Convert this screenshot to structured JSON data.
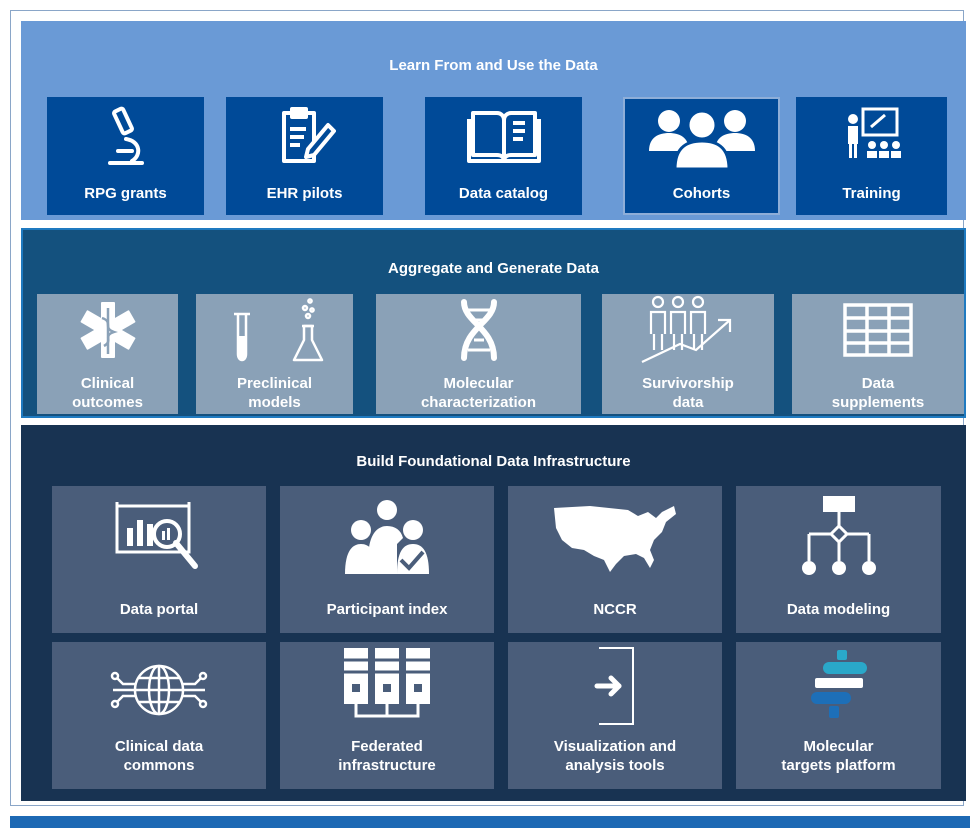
{
  "colors": {
    "learn_bg": "#6a9ad6",
    "learn_tile": "#004a98",
    "aggregate_bg": "#14517e",
    "aggregate_tile": "#8aa1b7",
    "build_bg": "#183352",
    "build_tile": "#4a5d7a",
    "accent_bar": "#1d69b4"
  },
  "tiers": {
    "learn": {
      "title": "Learn From and Use the Data",
      "tiles": [
        {
          "label": "RPG grants",
          "icon": "microscope-icon"
        },
        {
          "label": "EHR pilots",
          "icon": "clipboard-pencil-icon"
        },
        {
          "label": "Data catalog",
          "icon": "open-book-icon"
        },
        {
          "label": "Cohorts",
          "icon": "people-group-icon"
        },
        {
          "label": "Training",
          "icon": "teacher-board-icon"
        }
      ]
    },
    "aggregate": {
      "title": "Aggregate and Generate Data",
      "tiles": [
        {
          "label": "Clinical\noutcomes",
          "icon": "star-of-life-icon"
        },
        {
          "label": "Preclinical\nmodels",
          "icon": "test-tube-flask-icon"
        },
        {
          "label": "Molecular\ncharacterization",
          "icon": "dna-icon"
        },
        {
          "label": "Survivorship\ndata",
          "icon": "people-trend-arrow-icon"
        },
        {
          "label": "Data\nsupplements",
          "icon": "table-grid-icon"
        }
      ]
    },
    "build": {
      "title": "Build Foundational Data Infrastructure",
      "tiles": [
        {
          "label": "Data portal",
          "icon": "chart-magnifier-icon"
        },
        {
          "label": "Participant index",
          "icon": "participants-check-icon"
        },
        {
          "label": "NCCR",
          "icon": "us-map-icon"
        },
        {
          "label": "Data modeling",
          "icon": "hierarchy-diagram-icon"
        },
        {
          "label": "Clinical data\ncommons",
          "icon": "globe-network-icon"
        },
        {
          "label": "Federated\ninfrastructure",
          "icon": "server-racks-icon"
        },
        {
          "label": "Visualization and\nanalysis tools",
          "icon": "sign-in-arrow-icon"
        },
        {
          "label": "Molecular\ntargets platform",
          "icon": "targets-platform-icon"
        }
      ]
    }
  }
}
